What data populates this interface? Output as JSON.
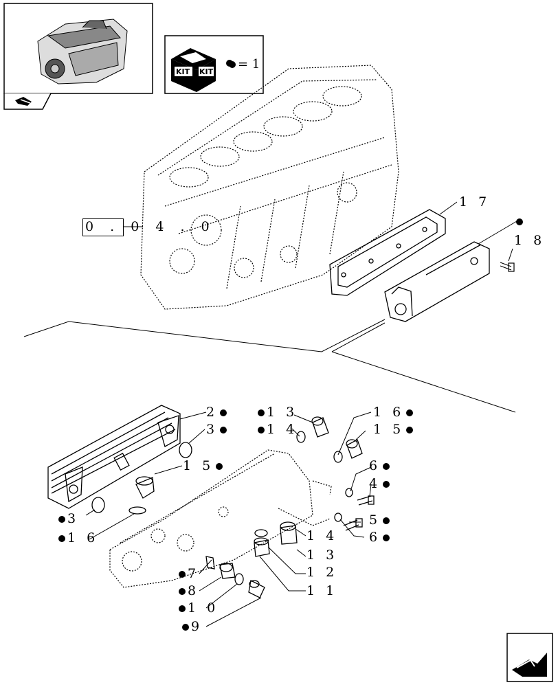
{
  "kit_box": {
    "equals_text": "= 1"
  },
  "kit_labels": [
    "KIT",
    "KIT"
  ],
  "reference": {
    "text": "0 . 0 4 . 0"
  },
  "callouts": [
    {
      "text": "1 7",
      "dot": false
    },
    {
      "text": "1 8",
      "dot": false
    },
    {
      "text": "2",
      "dot": true,
      "dot_side": "after"
    },
    {
      "text": "3",
      "dot": true,
      "dot_side": "after"
    },
    {
      "text": "1 3",
      "dot": true,
      "dot_side": "before"
    },
    {
      "text": "1 4",
      "dot": true,
      "dot_side": "before"
    },
    {
      "text": "1 6",
      "dot": true,
      "dot_side": "after"
    },
    {
      "text": "1 5",
      "dot": true,
      "dot_side": "after"
    },
    {
      "text": "1 5",
      "dot": true,
      "dot_side": "after"
    },
    {
      "text": "6",
      "dot": true,
      "dot_side": "after"
    },
    {
      "text": "4",
      "dot": true,
      "dot_side": "after"
    },
    {
      "text": "5",
      "dot": true,
      "dot_side": "after"
    },
    {
      "text": "6",
      "dot": true,
      "dot_side": "after"
    },
    {
      "text": "3",
      "dot": true,
      "dot_side": "before"
    },
    {
      "text": "1 6",
      "dot": true,
      "dot_side": "before"
    },
    {
      "text": "1 4",
      "dot": false
    },
    {
      "text": "1 3",
      "dot": false
    },
    {
      "text": "1 2",
      "dot": false
    },
    {
      "text": "1 1",
      "dot": false
    },
    {
      "text": "7",
      "dot": true,
      "dot_side": "before"
    },
    {
      "text": "8",
      "dot": true,
      "dot_side": "before"
    },
    {
      "text": "1 0",
      "dot": true,
      "dot_side": "before"
    },
    {
      "text": "9",
      "dot": true,
      "dot_side": "before"
    }
  ],
  "icons": [
    "engine-thumbnail-icon",
    "kit-box-icon",
    "navigate-back-icon",
    "next-page-arrow-icon"
  ]
}
